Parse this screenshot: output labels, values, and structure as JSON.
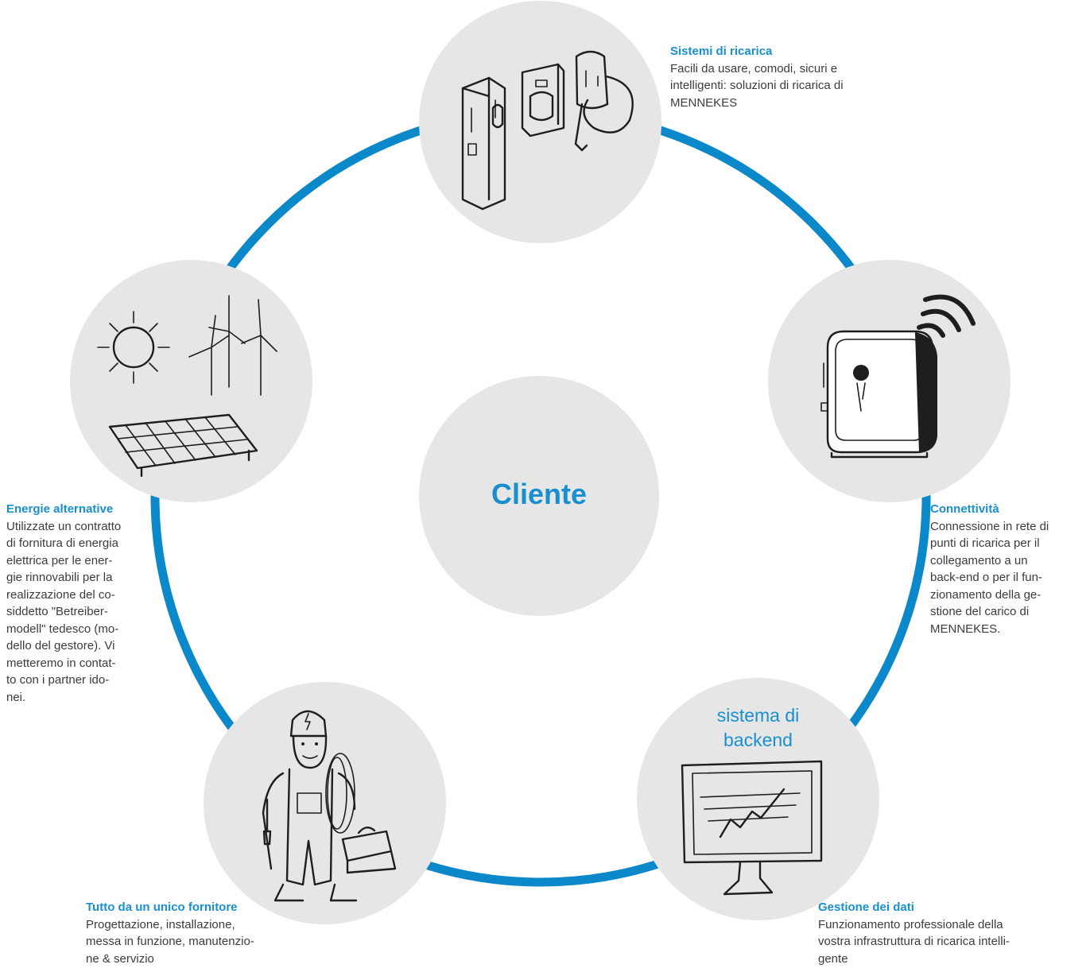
{
  "center": {
    "label": "Cliente"
  },
  "nodes": {
    "charging": {
      "icon": "charging-stations-icon",
      "title": "Sistemi di ricarica",
      "text": "Facili da usare, comodi, sicuri e\nintelligenti: soluzioni di ricarica di\nMENNEKES"
    },
    "connectivity": {
      "icon": "wireless-wallbox-icon",
      "title": "Connettività",
      "text": "Connessione in rete di\npunti di ricarica per il\ncollegamento a un\nback-end o per il fun-\nzionamento della ge-\nstione del carico di\nMENNEKES."
    },
    "backend": {
      "icon": "monitor-chart-icon",
      "label": "sistema di\nbackend",
      "title": "Gestione dei dati",
      "text": "Funzionamento professionale della\nvostra infrastruttura di ricarica intelli-\ngente"
    },
    "supplier": {
      "icon": "electrician-icon",
      "title": "Tutto da un unico fornitore",
      "text": "Progettazione, installazione,\nmessa in funzione, manutenzio-\nne & servizio"
    },
    "energy": {
      "icon": "sun-wind-solar-icon",
      "title": "Energie alternative",
      "text": "Utilizzate un contratto\ndi fornitura di energia\nelettrica per le ener-\ngie rinnovabili per la\nrealizzazione del co-\nsiddetto \"Betreiber-\nmodell\" tedesco (mo-\ndello del gestore). Vi\nmetteremo in contat-\nto con i partner ido-\nnei."
    }
  },
  "colors": {
    "accent": "#1a8fcf",
    "ring": "#0a88c9",
    "circle": "#e6e6e6",
    "text": "#3c3c3c"
  }
}
